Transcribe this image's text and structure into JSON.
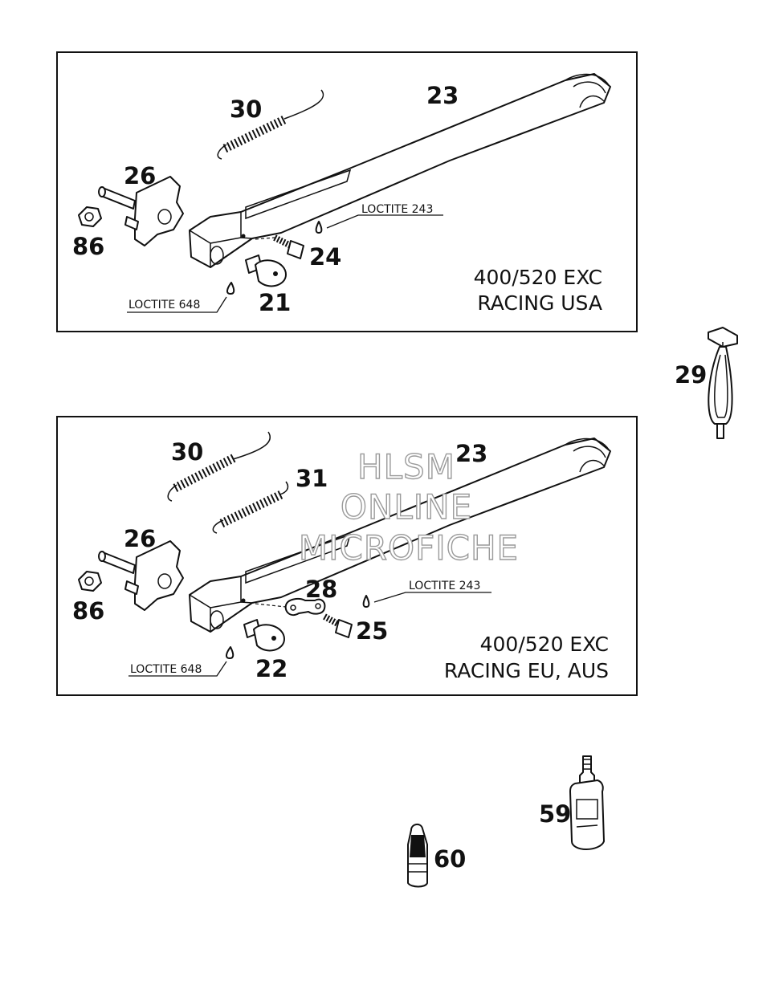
{
  "panels": [
    {
      "id": "usa",
      "model_lines": [
        "400/520 EXC",
        "RACING USA"
      ],
      "callouts": {
        "spring": "30",
        "stand": "23",
        "pivot": "26",
        "nut": "86",
        "bolt": "24",
        "stop": "21"
      },
      "loctite_upper": "LOCTITE 243",
      "loctite_lower": "LOCTITE 648"
    },
    {
      "id": "eu",
      "model_lines": [
        "400/520 EXC",
        "RACING EU, AUS"
      ],
      "callouts": {
        "spring": "30",
        "spring2": "31",
        "stand": "23",
        "pivot": "26",
        "nut": "86",
        "plate": "28",
        "bolt": "25",
        "stop": "22"
      },
      "loctite_upper": "LOCTITE 243",
      "loctite_lower": "LOCTITE 648"
    }
  ],
  "loose_parts": {
    "tool": "29",
    "bottle": "59",
    "tube": "60"
  },
  "watermark": [
    "HLSM",
    "ONLINE",
    "MICROFICHE"
  ]
}
